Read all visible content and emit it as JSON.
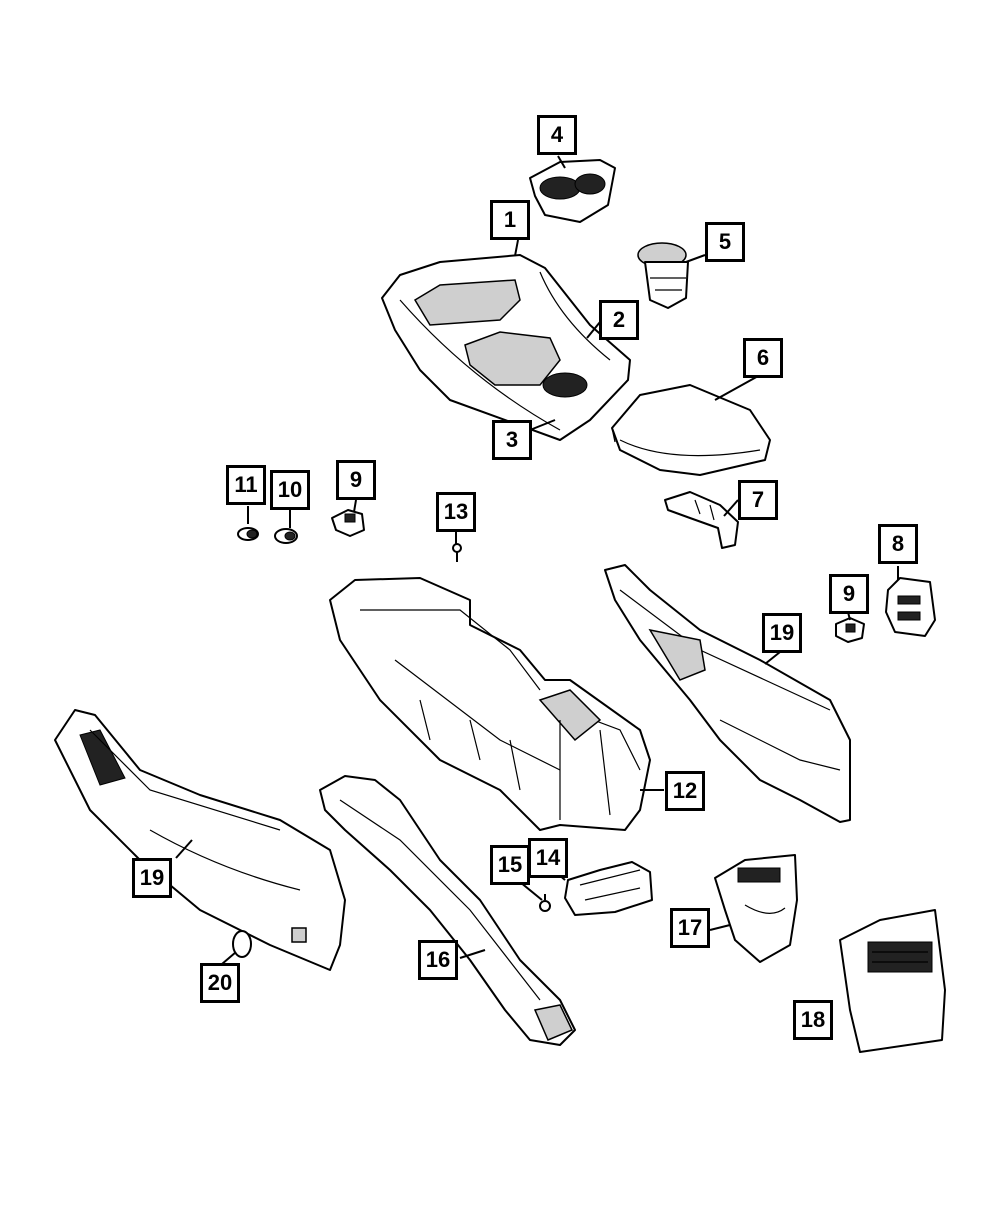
{
  "diagram": {
    "callouts": [
      {
        "id": "c4",
        "number": "4"
      },
      {
        "id": "c1",
        "number": "1"
      },
      {
        "id": "c5",
        "number": "5"
      },
      {
        "id": "c2",
        "number": "2"
      },
      {
        "id": "c6",
        "number": "6"
      },
      {
        "id": "c3",
        "number": "3"
      },
      {
        "id": "c11",
        "number": "11"
      },
      {
        "id": "c10",
        "number": "10"
      },
      {
        "id": "c9a",
        "number": "9"
      },
      {
        "id": "c7",
        "number": "7"
      },
      {
        "id": "c13",
        "number": "13"
      },
      {
        "id": "c8",
        "number": "8"
      },
      {
        "id": "c9b",
        "number": "9"
      },
      {
        "id": "c19a",
        "number": "19"
      },
      {
        "id": "c12",
        "number": "12"
      },
      {
        "id": "c15",
        "number": "15"
      },
      {
        "id": "c14",
        "number": "14"
      },
      {
        "id": "c19b",
        "number": "19"
      },
      {
        "id": "c17",
        "number": "17"
      },
      {
        "id": "c16",
        "number": "16"
      },
      {
        "id": "c20",
        "number": "20"
      },
      {
        "id": "c18",
        "number": "18"
      }
    ]
  }
}
